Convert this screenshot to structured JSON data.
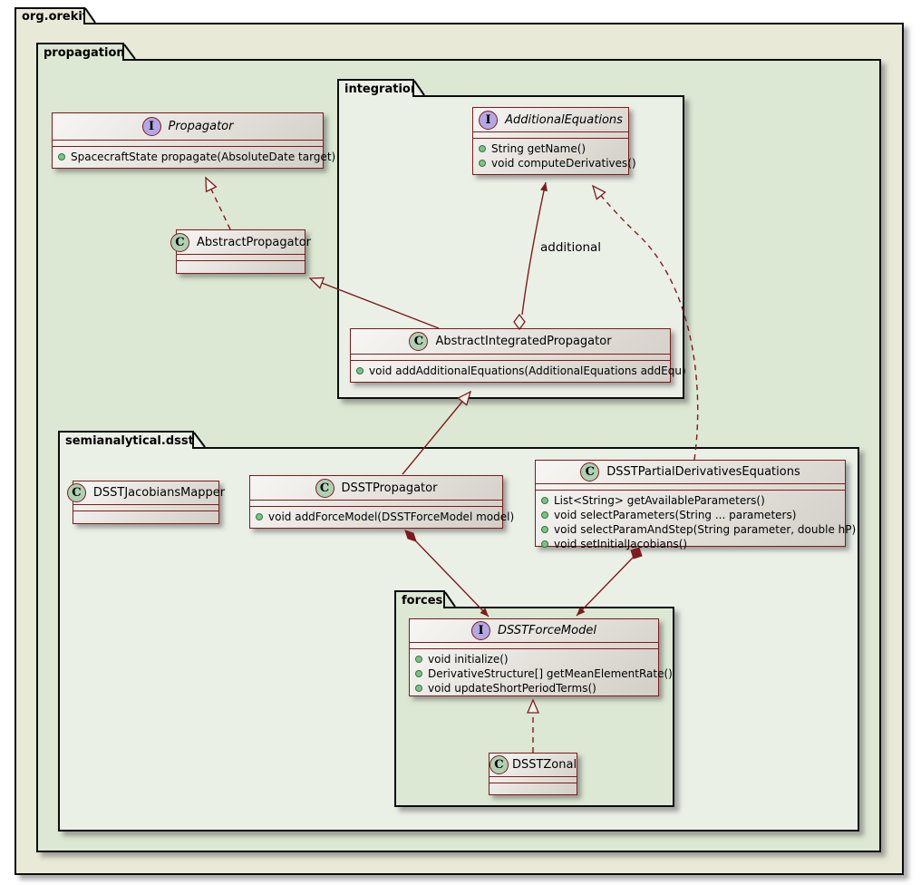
{
  "packages": {
    "orekit": {
      "label": "org.orekit"
    },
    "propagation": {
      "label": "propagation"
    },
    "integration": {
      "label": "integration"
    },
    "dsst": {
      "label": "semianalytical.dsst"
    },
    "forces": {
      "label": "forces"
    }
  },
  "classes": {
    "propagator": {
      "kind": "interface",
      "icon_letter": "I",
      "name": "Propagator",
      "methods": [
        "SpacecraftState propagate(AbsoluteDate target)"
      ]
    },
    "abstract_propagator": {
      "kind": "class",
      "icon_letter": "C",
      "name": "AbstractPropagator",
      "methods": []
    },
    "additional_equations": {
      "kind": "interface",
      "icon_letter": "I",
      "name": "AdditionalEquations",
      "methods": [
        "String getName()",
        "void computeDerivatives()"
      ]
    },
    "abstract_integrated_propagator": {
      "kind": "class",
      "icon_letter": "C",
      "name": "AbstractIntegratedPropagator",
      "methods": [
        "void addAdditionalEquations(AdditionalEquations addEqu)"
      ]
    },
    "dsst_jacobians_mapper": {
      "kind": "class",
      "icon_letter": "C",
      "name": "DSSTJacobiansMapper",
      "methods": []
    },
    "dsst_propagator": {
      "kind": "class",
      "icon_letter": "C",
      "name": "DSSTPropagator",
      "methods": [
        "void addForceModel(DSSTForceModel model)"
      ]
    },
    "dsst_partial_derivatives_equations": {
      "kind": "class",
      "icon_letter": "C",
      "name": "DSSTPartialDerivativesEquations",
      "methods": [
        "List<String> getAvailableParameters()",
        "void selectParameters(String ... parameters)",
        "void selectParamAndStep(String parameter, double hP)",
        "void setInitialJacobians()"
      ]
    },
    "dsst_force_model": {
      "kind": "interface",
      "icon_letter": "I",
      "name": "DSSTForceModel",
      "methods": [
        "void initialize()",
        "DerivativeStructure[] getMeanElementRate()",
        "void updateShortPeriodTerms()"
      ]
    },
    "dsst_zonal": {
      "kind": "class",
      "icon_letter": "C",
      "name": "DSSTZonal",
      "methods": []
    }
  },
  "edges": {
    "additional_label": "additional"
  },
  "colors": {
    "border_maroon": "#7e1b1b",
    "package_black": "#0c0c0c",
    "orekit_fill": "#e9e9d7",
    "green_fill": "#dce8d3",
    "pale_fill": "#ebf0e7",
    "interface_spot": "#b4a7e5",
    "class_spot": "#add1b2",
    "method_bullet": "#84be84"
  }
}
